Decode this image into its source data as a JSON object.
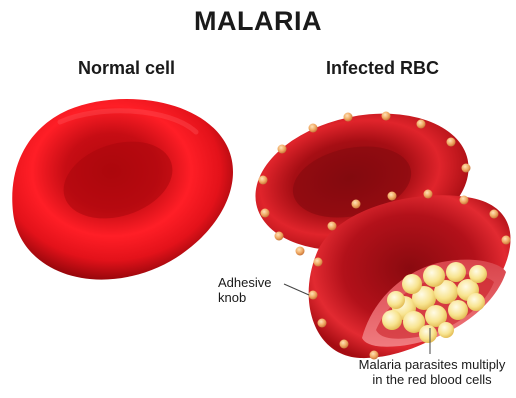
{
  "title": "MALARIA",
  "sections": {
    "normal": {
      "label": "Normal cell"
    },
    "infected": {
      "label": "Infected RBC"
    }
  },
  "annotations": {
    "knob": {
      "line1": "Adhesive",
      "line2": "knob"
    },
    "parasites": {
      "line1": "Malaria parasites multiply",
      "line2": "in the red blood cells"
    }
  },
  "colors": {
    "cell_red": "#d9131b",
    "cell_dark": "#8e0a10",
    "knob": "#f2b06b",
    "parasite": "#f7e08a",
    "outline": "#555555"
  }
}
